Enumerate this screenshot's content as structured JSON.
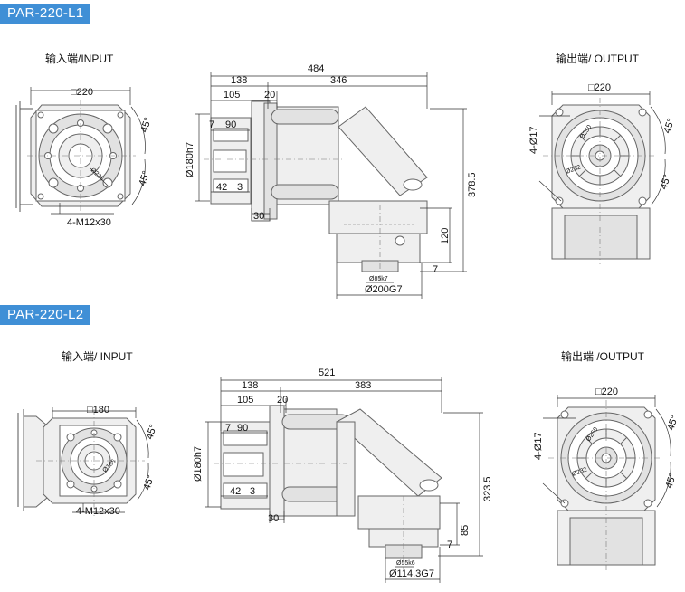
{
  "l1": {
    "badge": "PAR-220-L1",
    "input_title": "输入端/INPUT",
    "output_title": "输出端/ OUTPUT",
    "input_view": {
      "square": "□220",
      "angle_top": "45°",
      "angle_bot": "45°",
      "bolt_circle": "Ø235",
      "threads": "4-M12x30"
    },
    "side_view": {
      "total_len": "484",
      "d138": "138",
      "d346": "346",
      "d105": "105",
      "d20": "20",
      "d7": "7",
      "d90": "90",
      "d42": "42",
      "d3": "3",
      "d30": "30",
      "dia_pilot": "Ø180h7",
      "height": "378.5",
      "d120": "120",
      "d7b": "7",
      "dia_shaft": "Ø85k7",
      "dia_flange": "Ø200G7"
    },
    "output_view": {
      "square": "□220",
      "holes": "4-Ø17",
      "angle_top": "45°",
      "angle_bot": "45°",
      "pcd": "Ø250",
      "inner": "Ø232"
    }
  },
  "l2": {
    "badge": "PAR-220-L2",
    "input_title": "输入端/ INPUT",
    "output_title": "输出端 /OUTPUT",
    "input_view": {
      "square": "□180",
      "angle_top": "45°",
      "angle_bot": "45°",
      "bolt_circle": "Ø185",
      "threads": "4-M12x30"
    },
    "side_view": {
      "total_len": "521",
      "d138": "138",
      "d383": "383",
      "d105": "105",
      "d20": "20",
      "d7": "7",
      "d90": "90",
      "d42": "42",
      "d3": "3",
      "d30": "30",
      "dia_pilot": "Ø180h7",
      "height": "323.5",
      "d85": "85",
      "d7b": "7",
      "dia_shaft": "Ø55k6",
      "dia_flange": "Ø114.3G7"
    },
    "output_view": {
      "square": "□220",
      "holes": "4-Ø17",
      "angle_top": "45°",
      "angle_bot": "45°",
      "pcd": "Ø250",
      "inner": "Ø232"
    }
  },
  "colors": {
    "badge": "#3f8fd6",
    "line": "#555555",
    "fill": "#efefef"
  }
}
